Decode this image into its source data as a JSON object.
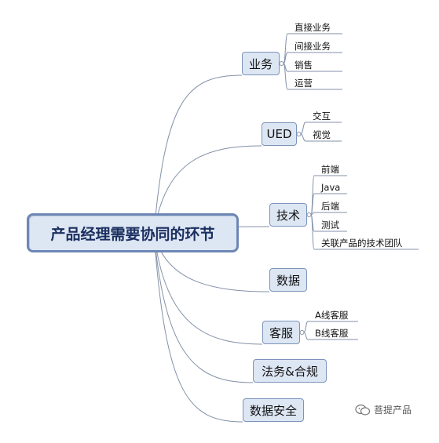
{
  "root": {
    "label": "产品经理需要协同的环节"
  },
  "branches": [
    {
      "label": "业务",
      "children": [
        "直接业务",
        "间接业务",
        "销售",
        "运营"
      ]
    },
    {
      "label": "UED",
      "children": [
        "交互",
        "视觉"
      ]
    },
    {
      "label": "技术",
      "children": [
        "前端",
        "Java",
        "后端",
        "测试",
        "关联产品的技术团队"
      ]
    },
    {
      "label": "数据",
      "children": []
    },
    {
      "label": "客服",
      "children": [
        "A线客服",
        "B线客服"
      ]
    },
    {
      "label": "法务&合规",
      "children": []
    },
    {
      "label": "数据安全",
      "children": []
    }
  ],
  "watermark": {
    "text": "菩提产品",
    "icon": "wechat-icon"
  },
  "colors": {
    "node_fill": "#dde6f3",
    "node_border": "#7c94bb",
    "line": "#7f8ea6"
  }
}
